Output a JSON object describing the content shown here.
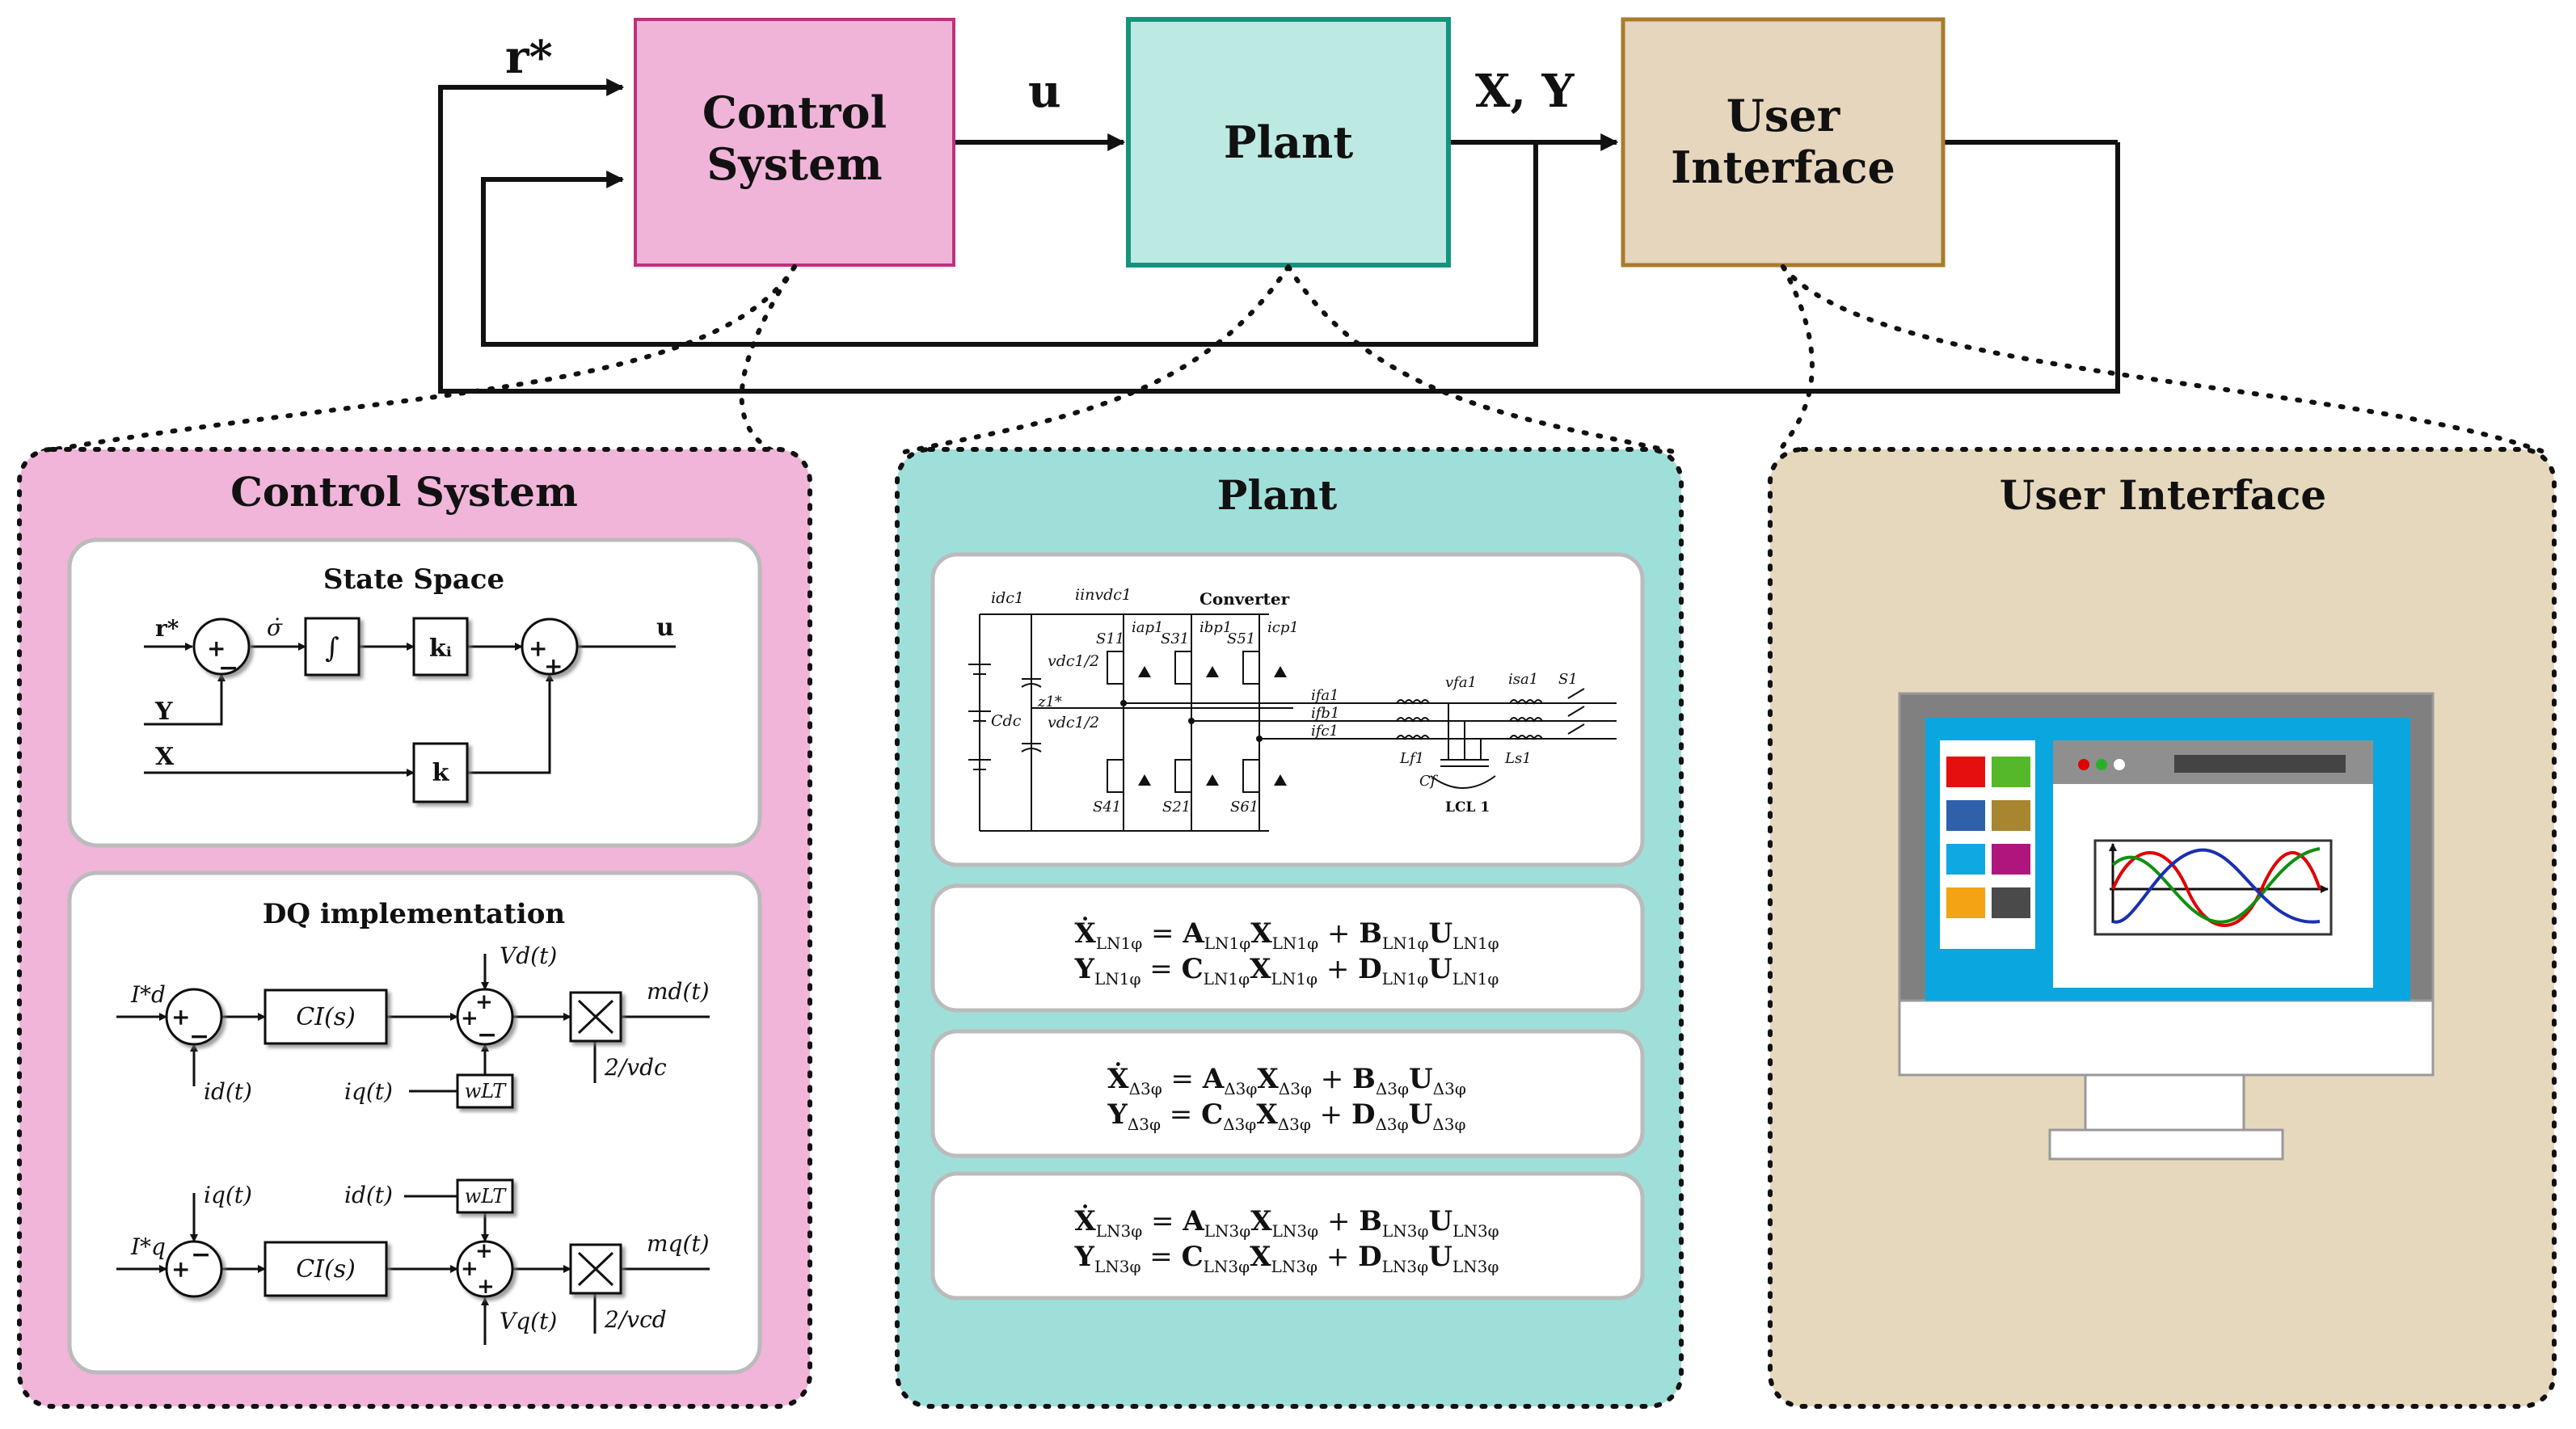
{
  "top": {
    "control_label": [
      "Control",
      "System"
    ],
    "plant_label": "Plant",
    "ui_label": [
      "User",
      "Interface"
    ],
    "ref_label": "r*",
    "u_label": "u",
    "xy_label": "X, Y"
  },
  "panels": {
    "control": {
      "title": "Control System",
      "state_space": {
        "title": "State Space",
        "labels": {
          "r": "r*",
          "y": "Y",
          "x": "X",
          "u": "u",
          "sigma": "σ̇",
          "integ": "∫",
          "ki": "kᵢ",
          "k": "k",
          "plus": "+",
          "minus": "−"
        }
      },
      "dq": {
        "title": "DQ implementation",
        "d": {
          "ref": "I*d",
          "meas": "id(t)",
          "ci": "CI(s)",
          "vff": "Vd(t)",
          "cross": "iq(t)",
          "wl": "wLT",
          "out": "md(t)",
          "div": "2/vdc"
        },
        "q": {
          "ref": "I*q",
          "meas": "iq(t)",
          "ci": "CI(s)",
          "vff": "Vq(t)",
          "cross": "id(t)",
          "wl": "wLT",
          "out": "mq(t)",
          "div": "2/vcd"
        }
      }
    },
    "plant": {
      "title": "Plant",
      "circuit": {
        "converter": "Converter",
        "lcl": "LCL 1",
        "idc": "idc1",
        "iinv": "iinvdc1",
        "vdc_half_top": "vdc1/2",
        "vdc_half_bot": "vdc1/2",
        "cdc": "Cdc",
        "z": "z1*",
        "s_top": [
          "S11",
          "S31",
          "S51"
        ],
        "s_bot": [
          "S41",
          "S21",
          "S61"
        ],
        "ip": [
          "iap1",
          "ibp1",
          "icp1"
        ],
        "if": [
          "ifa1",
          "ifb1",
          "ifc1"
        ],
        "vfa": "vfa1",
        "isa": "isa1",
        "s1": "S1",
        "lf": "Lf1",
        "cf": "Cf",
        "ls": "Ls1"
      },
      "equations": [
        {
          "x": "LN1φ",
          "a": "LN1φ"
        },
        {
          "x": "Δ3φ",
          "a": "Δ3φ"
        },
        {
          "x": "LN3φ",
          "a": "LN3φ"
        }
      ]
    },
    "ui": {
      "title": "User Interface"
    }
  },
  "colors": {
    "control_fill": "#f0b4d8",
    "control_stroke": "#c0307e",
    "plant_fill": "#bde9e3",
    "plant_stroke": "#13947f",
    "ui_fill": "#e5d6bd",
    "ui_stroke": "#a87c2c",
    "panel_control": "#f1b5d9",
    "panel_plant": "#9fdfd9",
    "panel_ui": "#e6d8bd",
    "swatches": [
      "#e60f0f",
      "#55b82a",
      "#2f61aa",
      "#a88530",
      "#10a8e2",
      "#b0157d",
      "#f3a314",
      "#4a4a4a"
    ],
    "screen_blue": "#0aa6e0",
    "waves": [
      "#e00000",
      "#109010",
      "#1a2fb0"
    ]
  }
}
